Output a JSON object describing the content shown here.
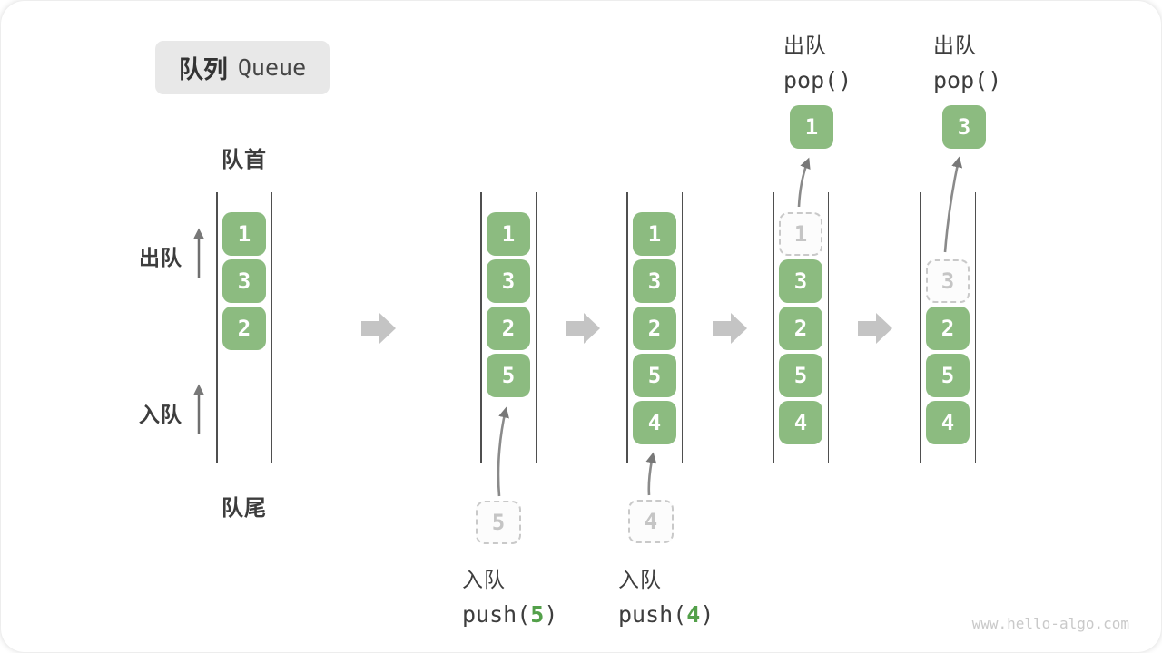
{
  "title": {
    "zh": "队列",
    "en": "Queue"
  },
  "labels": {
    "front": "队首",
    "rear": "队尾",
    "dequeue": "出队",
    "enqueue": "入队"
  },
  "columns": [
    {
      "slots": [
        {
          "v": "1",
          "t": "filled"
        },
        {
          "v": "3",
          "t": "filled"
        },
        {
          "v": "2",
          "t": "filled"
        }
      ]
    },
    {
      "slots": [
        {
          "v": "1",
          "t": "filled"
        },
        {
          "v": "3",
          "t": "filled"
        },
        {
          "v": "2",
          "t": "filled"
        },
        {
          "v": "5",
          "t": "filled"
        }
      ]
    },
    {
      "slots": [
        {
          "v": "1",
          "t": "filled"
        },
        {
          "v": "3",
          "t": "filled"
        },
        {
          "v": "2",
          "t": "filled"
        },
        {
          "v": "5",
          "t": "filled"
        },
        {
          "v": "4",
          "t": "filled"
        }
      ]
    },
    {
      "slots": [
        {
          "v": "1",
          "t": "dashed"
        },
        {
          "v": "3",
          "t": "filled"
        },
        {
          "v": "2",
          "t": "filled"
        },
        {
          "v": "5",
          "t": "filled"
        },
        {
          "v": "4",
          "t": "filled"
        }
      ]
    },
    {
      "slots": [
        {
          "v": "",
          "t": "empty"
        },
        {
          "v": "3",
          "t": "dashed"
        },
        {
          "v": "2",
          "t": "filled"
        },
        {
          "v": "5",
          "t": "filled"
        },
        {
          "v": "4",
          "t": "filled"
        }
      ]
    }
  ],
  "operations": {
    "push5": {
      "label": "入队",
      "code_pre": "push(",
      "arg": "5",
      "code_post": ")",
      "staged_value": "5"
    },
    "push4": {
      "label": "入队",
      "code_pre": "push(",
      "arg": "4",
      "code_post": ")",
      "staged_value": "4"
    },
    "pop1": {
      "label": "出队",
      "code": "pop()",
      "popped_value": "1"
    },
    "pop3": {
      "label": "出队",
      "code": "pop()",
      "popped_value": "3"
    }
  },
  "watermark": "www.hello-algo.com",
  "colors": {
    "green": "#8cbb80",
    "code_green": "#53a04a",
    "badge_bg": "#e8e8e8",
    "line": "#4f4f4f",
    "block_arrow": "#c4c4c4"
  }
}
